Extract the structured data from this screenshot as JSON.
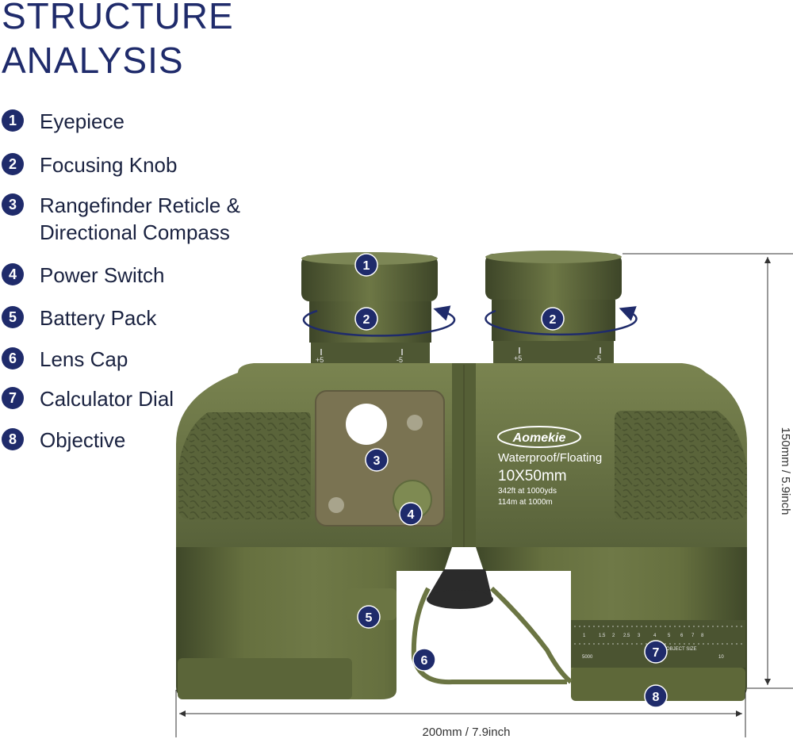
{
  "title": {
    "line1": "STRUCTURE",
    "line2": "ANALYSIS"
  },
  "legend": [
    {
      "num": "1",
      "lines": [
        "Eyepiece"
      ]
    },
    {
      "num": "2",
      "lines": [
        "Focusing Knob"
      ]
    },
    {
      "num": "3",
      "lines": [
        "Rangefinder Reticle &",
        "Directional Compass"
      ]
    },
    {
      "num": "4",
      "lines": [
        "Power Switch"
      ]
    },
    {
      "num": "5",
      "lines": [
        "Battery Pack"
      ]
    },
    {
      "num": "6",
      "lines": [
        "Lens Cap"
      ]
    },
    {
      "num": "7",
      "lines": [
        "Calculator Dial"
      ]
    },
    {
      "num": "8",
      "lines": [
        "Objective"
      ]
    }
  ],
  "product": {
    "brand": "Aomekie",
    "line1": "Waterproof/Floating",
    "line2": "10X50mm",
    "line3": "342ft at 1000yds",
    "line4": "114m at 1000m",
    "dial_label": "OBJECT SIZE",
    "dial_top": [
      "1",
      "1.5",
      "2",
      "2.5",
      "3",
      "4",
      "5",
      "6",
      "7",
      "8"
    ],
    "dial_left": "5000",
    "dial_right": "10",
    "diopter_left": [
      "+5",
      "-5"
    ],
    "diopter_right": [
      "+5",
      "-5"
    ]
  },
  "dimensions": {
    "width": "200mm / 7.9inch",
    "height": "150mm / 5.9inch"
  },
  "colors": {
    "navy": "#1f2b6b",
    "body": "#5f6a3d",
    "body_dark": "#4a5330",
    "body_light": "#7a8450"
  }
}
